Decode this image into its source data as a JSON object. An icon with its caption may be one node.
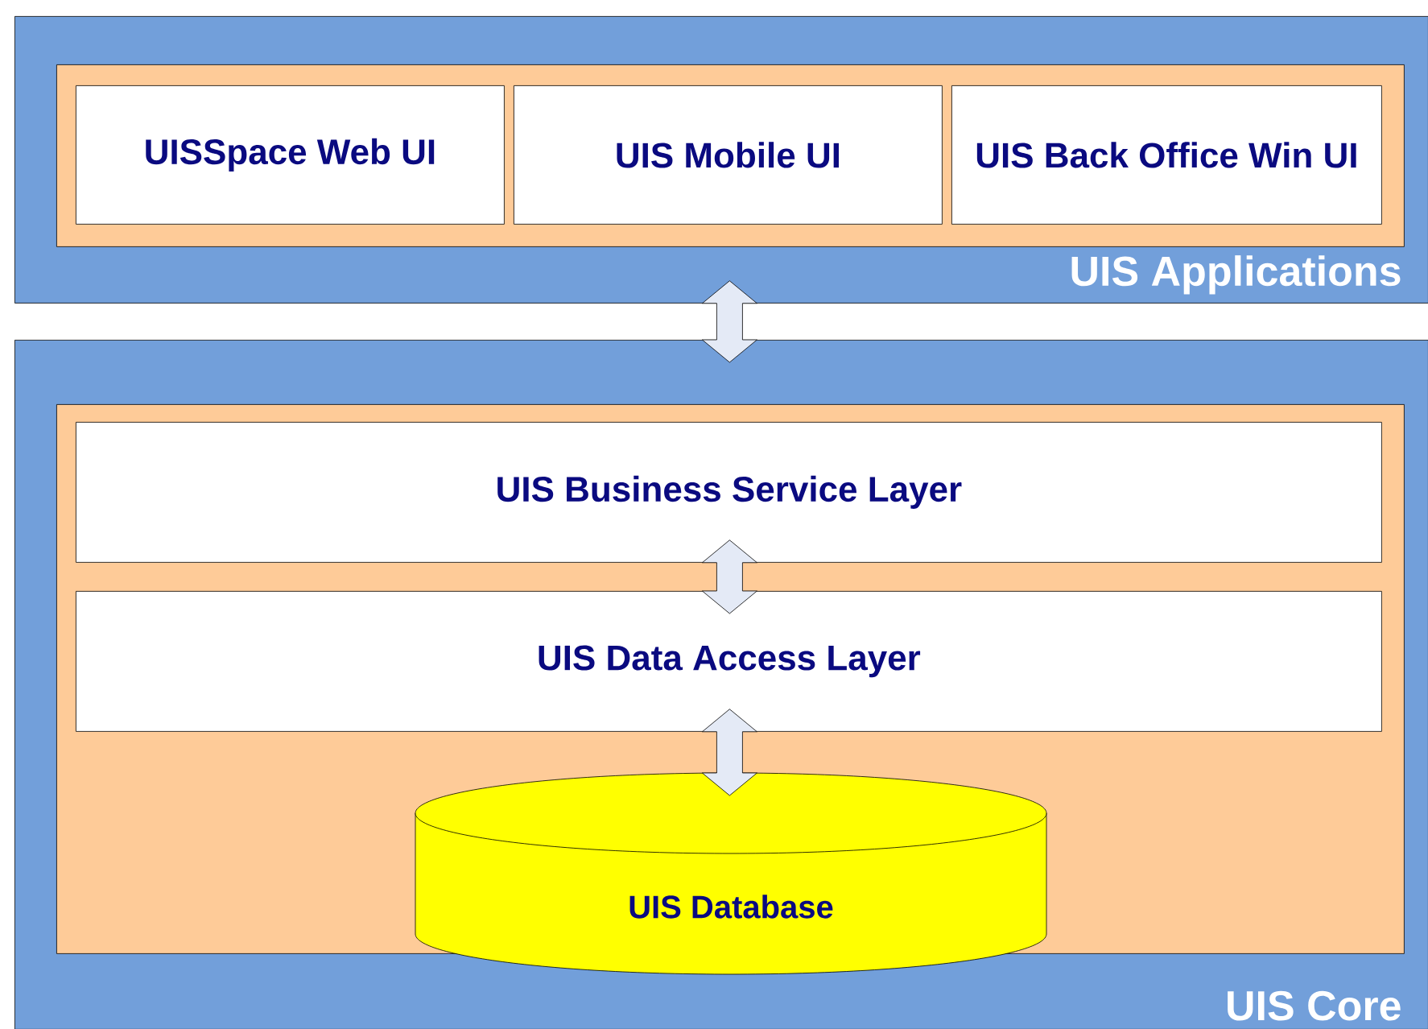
{
  "diagram": {
    "nodes": [
      {
        "text": [
          "UIS Applications"
        ]
      },
      {
        "text": [],
        "shape": "box",
        "in": 0
      },
      {
        "text": [
          "UISSpace Web UI"
        ],
        "in": 1
      },
      {
        "text": [
          "UIS Mobile UI"
        ],
        "in": 1
      },
      {
        "text": [
          "UIS Back Office Win UI"
        ],
        "in": 1
      },
      {
        "text": [
          "UIS Core"
        ]
      },
      {
        "text": [],
        "shape": "box",
        "in": 5
      },
      {
        "text": [
          "UIS Business Service Layer"
        ],
        "in": 6
      },
      {
        "text": [
          "UIS Data Access Layer"
        ],
        "in": 6
      },
      {
        "text": [
          "UIS Database"
        ],
        "in": 6
      }
    ],
    "edges": [
      {
        "from": 0,
        "to": 5,
        "arrow": "both"
      },
      {
        "from": 7,
        "to": 8,
        "arrow": "both"
      },
      {
        "from": 8,
        "to": 9,
        "arrow": "both"
      }
    ]
  }
}
